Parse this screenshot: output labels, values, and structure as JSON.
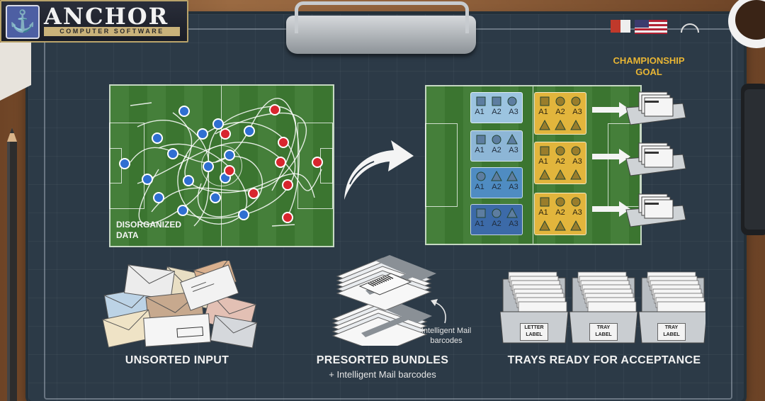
{
  "brand": {
    "name": "ANCHOR",
    "subtitle": "COMPUTER SOFTWARE"
  },
  "left_panel": {
    "label": "DISORGANIZED\nDATA",
    "team_colors": {
      "blue": "#2f6fd1",
      "red": "#d8262e"
    }
  },
  "right_panel": {
    "goal_label": "CHAMPIONSHIP\nGOAL",
    "code_labels": [
      "A1",
      "A2",
      "A3"
    ]
  },
  "sections": [
    {
      "title": "UNSORTED INPUT",
      "subtitle": ""
    },
    {
      "title": "PRESORTED BUNDLES",
      "subtitle": "+ Intelligent Mail barcodes"
    },
    {
      "title": "TRAYS READY FOR ACCEPTANCE",
      "subtitle": ""
    }
  ],
  "bundles": {
    "callout": "Intelligent Mail\nbarcodes"
  },
  "trays": {
    "labels": [
      "LETTER\nLABEL",
      "TRAY\nLABEL",
      "TRAY\nLABEL"
    ]
  },
  "colors": {
    "board": "#2c3a47",
    "pitch": "#3d7a32",
    "accent_gold": "#e8b534",
    "card_light_blue": "#9cc4e0",
    "card_mid_blue": "#4f8cc2",
    "card_dark_blue": "#3c6aa8",
    "card_gold": "#e2b53c"
  }
}
